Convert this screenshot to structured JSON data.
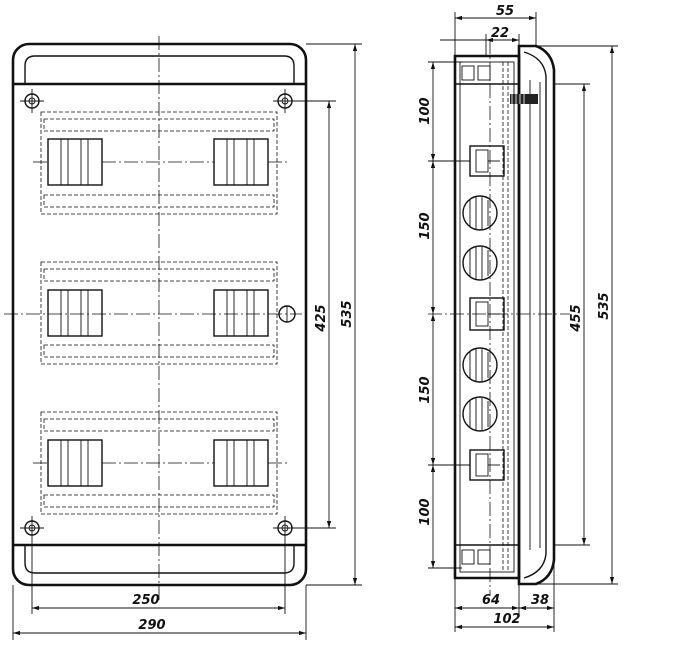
{
  "front_view": {
    "dimensions": {
      "inner_width": "250",
      "total_width": "290",
      "inner_height": "425",
      "total_height": "535"
    }
  },
  "side_view": {
    "dimensions": {
      "top_depth": "55",
      "top_offset": "22",
      "base_depth": "64",
      "door_depth": "38",
      "total_depth": "102",
      "spacing_top": "100",
      "spacing_row_1": "150",
      "spacing_row_2": "150",
      "spacing_bottom": "100",
      "inner_height": "455",
      "total_height": "535"
    }
  }
}
